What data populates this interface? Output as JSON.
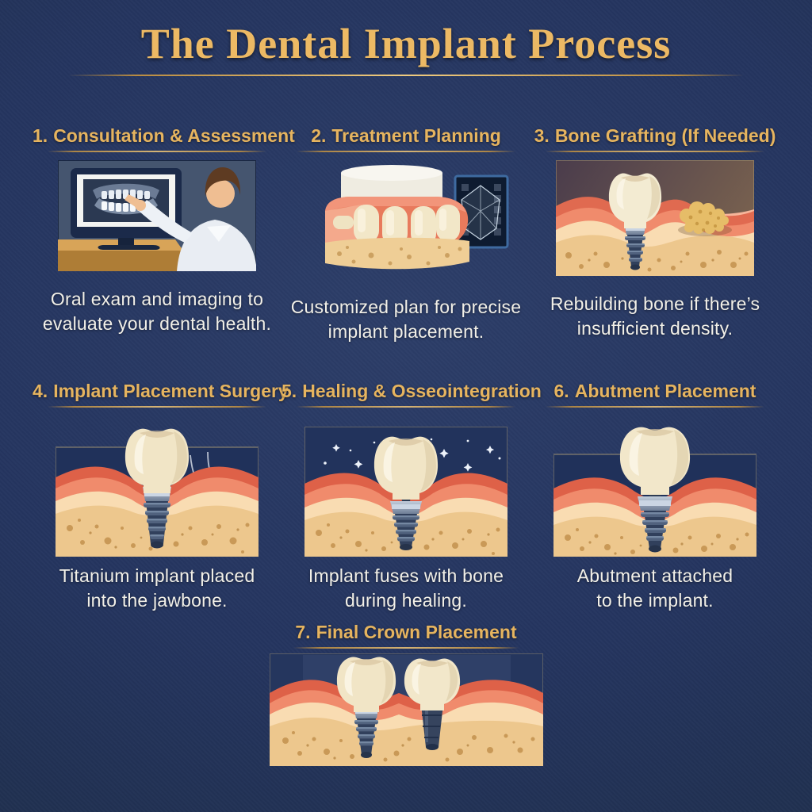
{
  "page": {
    "title": "The Dental Implant Process",
    "background_color": "#253560",
    "accent_gold": "#E6B45F",
    "caption_color": "#F2F0E8"
  },
  "steps": [
    {
      "number": "1.",
      "title": "Consultation & Assessment",
      "caption_line1": "Oral exam and imaging to",
      "caption_line2": "evaluate your dental health.",
      "illustration": "dentist-reviewing-xray-on-monitor"
    },
    {
      "number": "2.",
      "title": "Treatment Planning",
      "caption_line1": "Customized plan for precise",
      "caption_line2": "implant placement.",
      "illustration": "dental-model-with-3d-scan-screen"
    },
    {
      "number": "3.",
      "title": "Bone Grafting (If Needed)",
      "caption_line1": "Rebuilding bone if there’s",
      "caption_line2": "insufficient density.",
      "illustration": "implant-cross-section-with-bone-graft"
    },
    {
      "number": "4.",
      "title": "Implant Placement Surgery",
      "caption_line1": "Titanium implant placed",
      "caption_line2": "into the jawbone.",
      "illustration": "titanium-implant-in-jawbone-cross-section"
    },
    {
      "number": "5.",
      "title": "Healing & Osseointegration",
      "caption_line1": "Implant fuses with bone",
      "caption_line2": "during healing.",
      "illustration": "implant-healing-cross-section-with-stars"
    },
    {
      "number": "6.",
      "title": "Abutment Placement",
      "caption_line1": "Abutment attached",
      "caption_line2": "to the implant.",
      "illustration": "abutment-on-implant-cross-section"
    },
    {
      "number": "7.",
      "title": "Final Crown Placement",
      "illustration": "two-implant-crowns-cross-section"
    }
  ]
}
